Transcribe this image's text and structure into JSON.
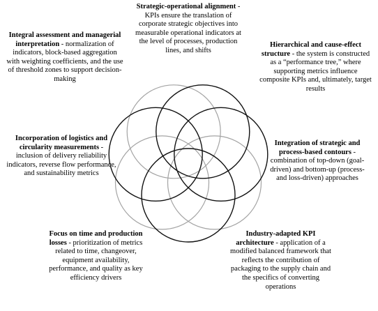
{
  "blocks": [
    {
      "id": "b-top",
      "title": "Strategic-operational alignment",
      "body": " - KPIs ensure the translation of corporate strategic objectives into measurable operational indicators at the level of processes, production lines, and shifts"
    },
    {
      "id": "b-tl",
      "title": "Integral assessment and managerial interpretation",
      "body": " - normalization of indicators, block-based aggregation with weighting coefficients, and the use of threshold zones to support decision-making"
    },
    {
      "id": "b-tr",
      "title": "Hierarchical and cause-effect structure",
      "body": " - the system is constructed as a “performance tree,” where supporting metrics influence composite KPIs and, ultimately, target results"
    },
    {
      "id": "b-l",
      "title": "Incorporation of logistics and circularity measurements",
      "body": " - inclusion of delivery reliability indicators, reverse flow performance, and sustainability metrics"
    },
    {
      "id": "b-r",
      "title": "Integration of strategic and process-based contours",
      "body": " - combination of top-down (goal-driven) and bottom-up (process- and loss-driven) approaches"
    },
    {
      "id": "b-bl",
      "title": "Focus on time and production losses",
      "body": " - prioritization of metrics related to time, changeover, equipment availability, performance, and quality as key efficiency drivers"
    },
    {
      "id": "b-br",
      "title": "Industry-adapted KPI architecture",
      "body": " - application of a modified balanced framework that reflects the contribution of packaging to the supply chain and the specifics of converting operations"
    }
  ]
}
